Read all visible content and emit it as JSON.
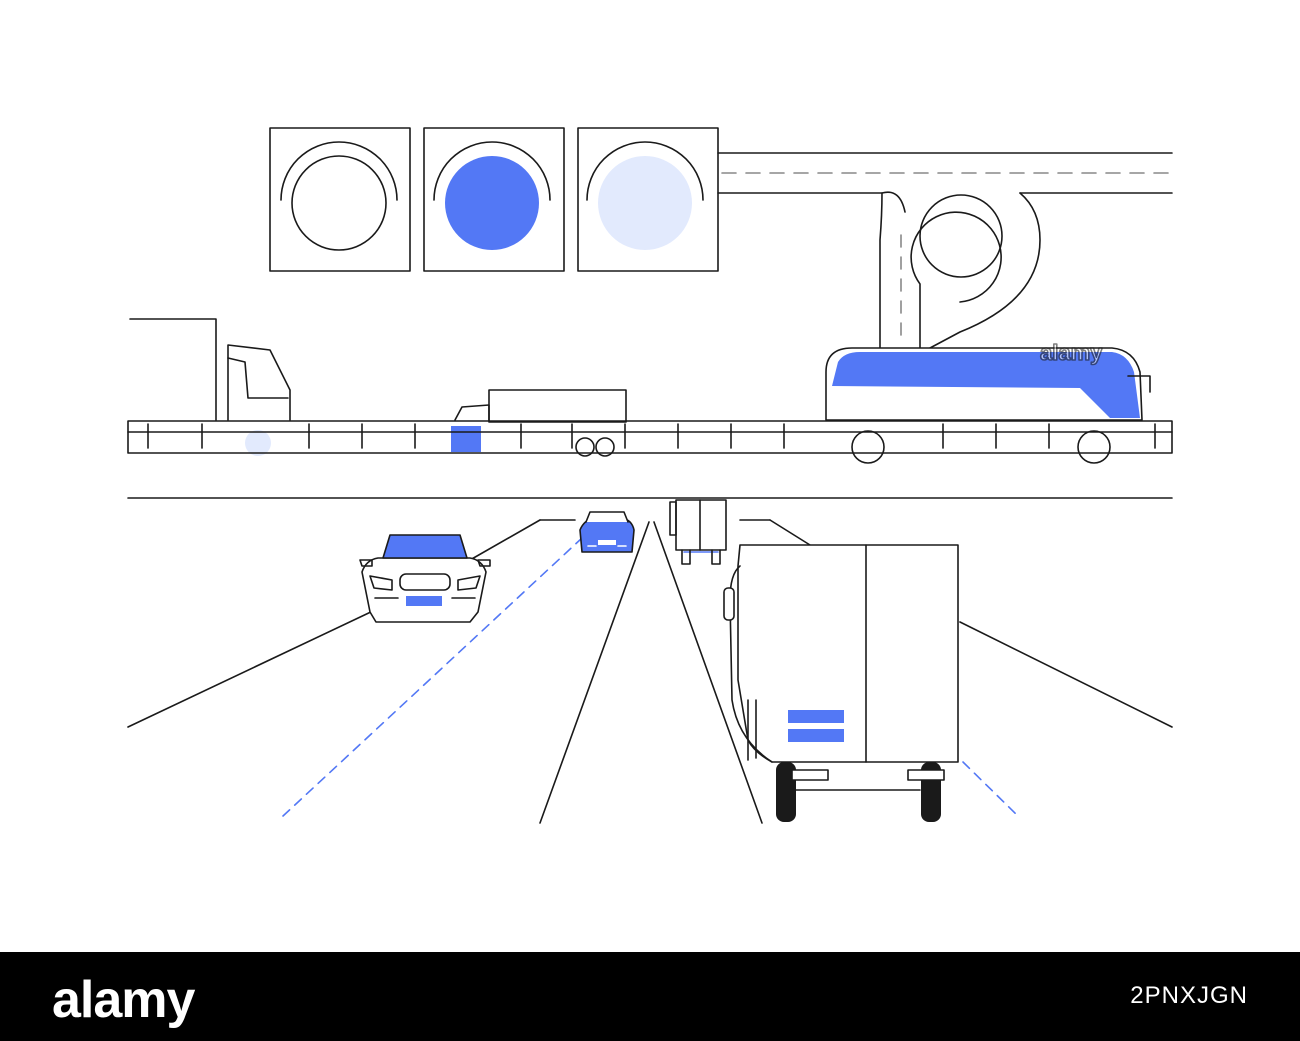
{
  "colors": {
    "accent": "#5378F5",
    "accent_light": "#E2EAFD",
    "stroke": "#1a1a1a",
    "bar_bg": "#000000",
    "bar_text": "#ffffff"
  },
  "illustration": {
    "traffic_light": {
      "lamps": [
        "off",
        "on",
        "dim"
      ]
    },
    "icons": [
      "traffic-light-icon",
      "overpass-road-icon",
      "semi-truck-icon",
      "box-truck-icon",
      "bus-icon",
      "car-icon",
      "small-car-icon",
      "trailer-truck-icon"
    ],
    "watermark_text": "alamy"
  },
  "footer": {
    "brand": "alamy",
    "image_id": "2PNXJGN"
  }
}
